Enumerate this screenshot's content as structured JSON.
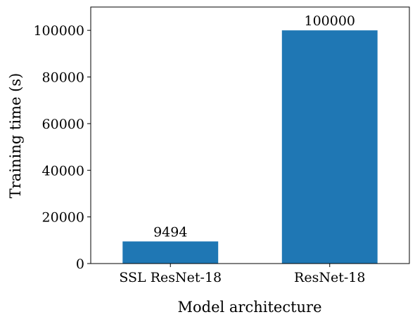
{
  "chart_data": {
    "type": "bar",
    "title": "",
    "xlabel": "Model architecture",
    "ylabel": "Training time (s)",
    "categories": [
      "SSL ResNet-18",
      "ResNet-18"
    ],
    "values": [
      9494,
      100000
    ],
    "value_labels": [
      "9494",
      "100000"
    ],
    "ylim": [
      0,
      110000
    ],
    "yticks": [
      0,
      20000,
      40000,
      60000,
      80000,
      100000
    ],
    "ytick_labels": [
      "0",
      "20000",
      "40000",
      "60000",
      "80000",
      "100000"
    ],
    "bar_color": "#1f77b4",
    "grid": false,
    "legend": "none"
  }
}
